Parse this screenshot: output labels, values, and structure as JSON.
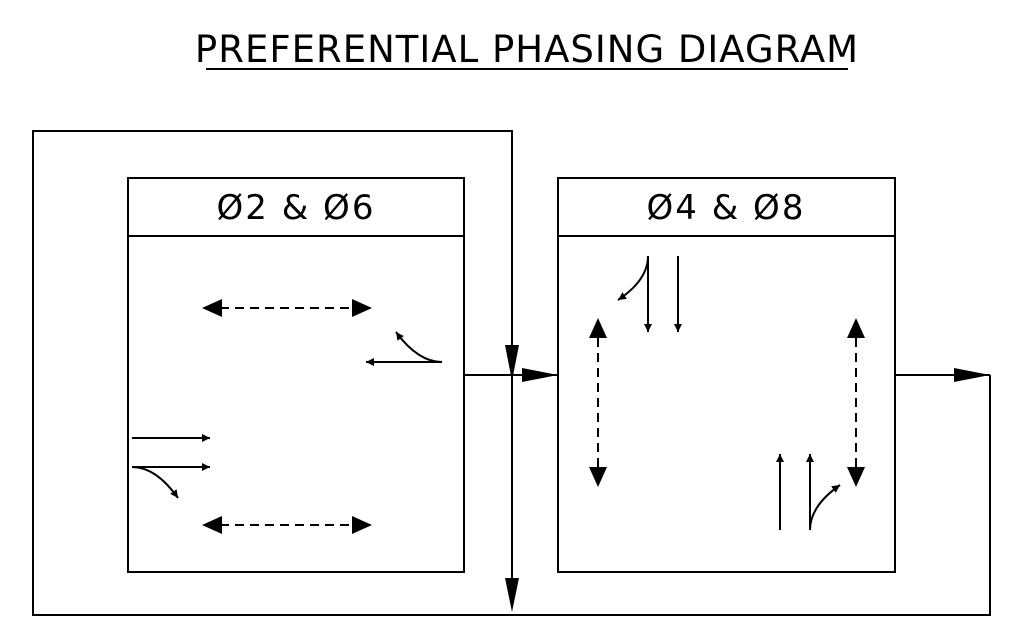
{
  "title": "PREFERENTIAL PHASING DIAGRAM",
  "panels": [
    {
      "label": "Ø2 & Ø6"
    },
    {
      "label": "Ø4 & Ø8"
    }
  ],
  "colors": {
    "line": "#000000",
    "background": "#ffffff"
  }
}
